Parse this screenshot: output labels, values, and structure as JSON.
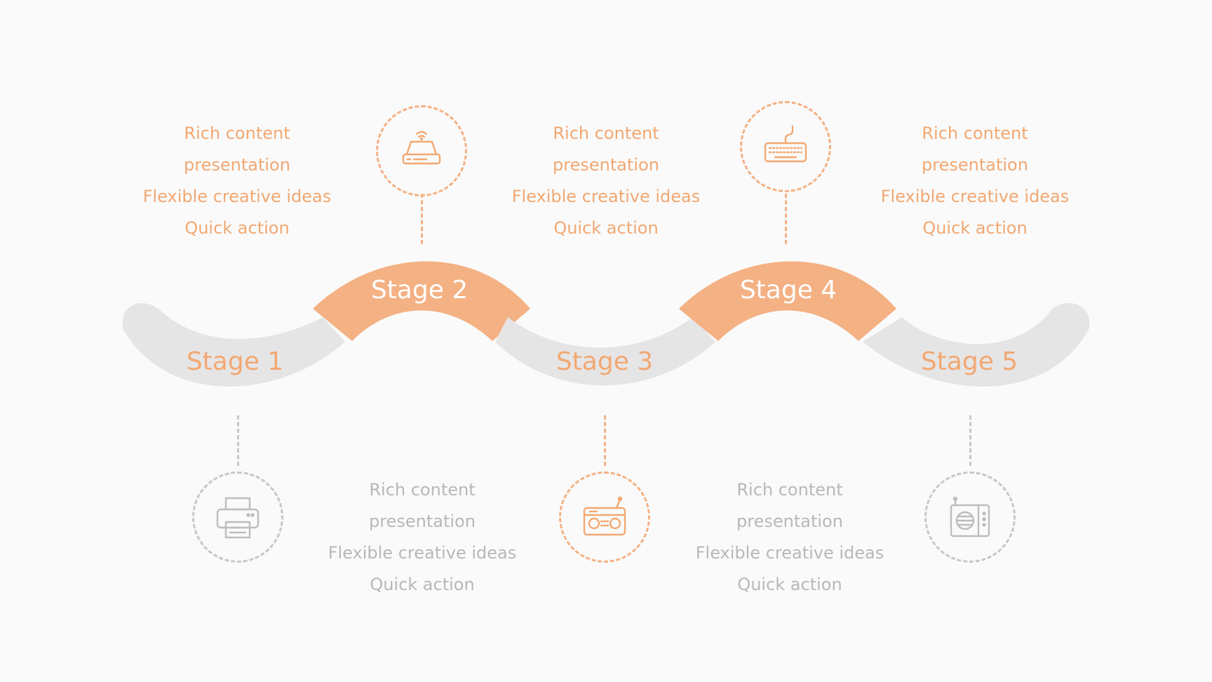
{
  "colors": {
    "accent": "#f4b183",
    "accent_text": "#f2a872",
    "gray_band": "#e6e5e6",
    "gray_line": "#c7c7c7",
    "gray_text": "#b8b8b8",
    "white": "#ffffff"
  },
  "stages": [
    {
      "label": "Stage 1",
      "icon": "printer-icon",
      "highlight": false
    },
    {
      "label": "Stage 2",
      "icon": "router-icon",
      "highlight": true
    },
    {
      "label": "Stage 3",
      "icon": "radio-icon",
      "highlight": false
    },
    {
      "label": "Stage 4",
      "icon": "keyboard-icon",
      "highlight": true
    },
    {
      "label": "Stage 5",
      "icon": "speaker-icon",
      "highlight": false
    }
  ],
  "text_blocks": [
    {
      "lines": [
        "Rich content",
        "presentation",
        "Flexible creative ideas",
        "Quick action"
      ]
    },
    {
      "lines": [
        "Rich content",
        "presentation",
        "Flexible creative ideas",
        "Quick action"
      ]
    },
    {
      "lines": [
        "Rich content",
        "presentation",
        "Flexible creative ideas",
        "Quick action"
      ]
    },
    {
      "lines": [
        "Rich content",
        "presentation",
        "Flexible creative ideas",
        "Quick action"
      ]
    },
    {
      "lines": [
        "Rich content",
        "presentation",
        "Flexible creative ideas",
        "Quick action"
      ]
    }
  ]
}
